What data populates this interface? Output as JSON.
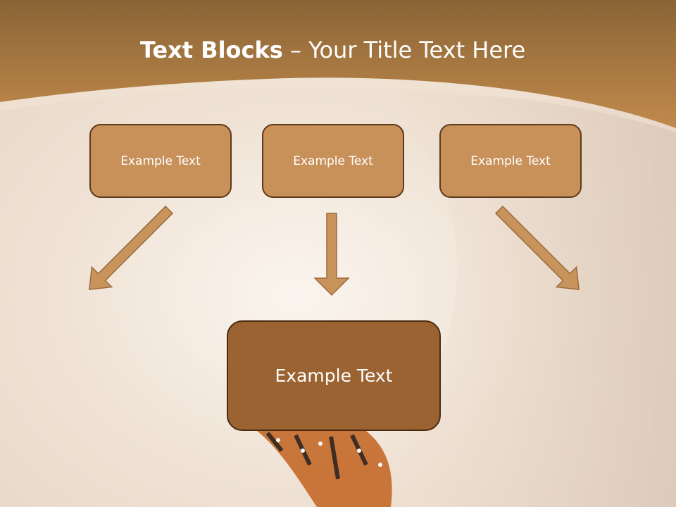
{
  "title": {
    "bold": "Text Blocks",
    "rest": " – Your Title Text Here"
  },
  "boxes": [
    {
      "label": "Example Text"
    },
    {
      "label": "Example Text"
    },
    {
      "label": "Example Text"
    }
  ],
  "target": {
    "label": "Example Text"
  },
  "colors": {
    "box_fill": "#c8915a",
    "box_border": "#5e3a1c",
    "target_fill": "#9b6232",
    "header_band": "#b98548",
    "arrow_fill": "#c9935c"
  }
}
